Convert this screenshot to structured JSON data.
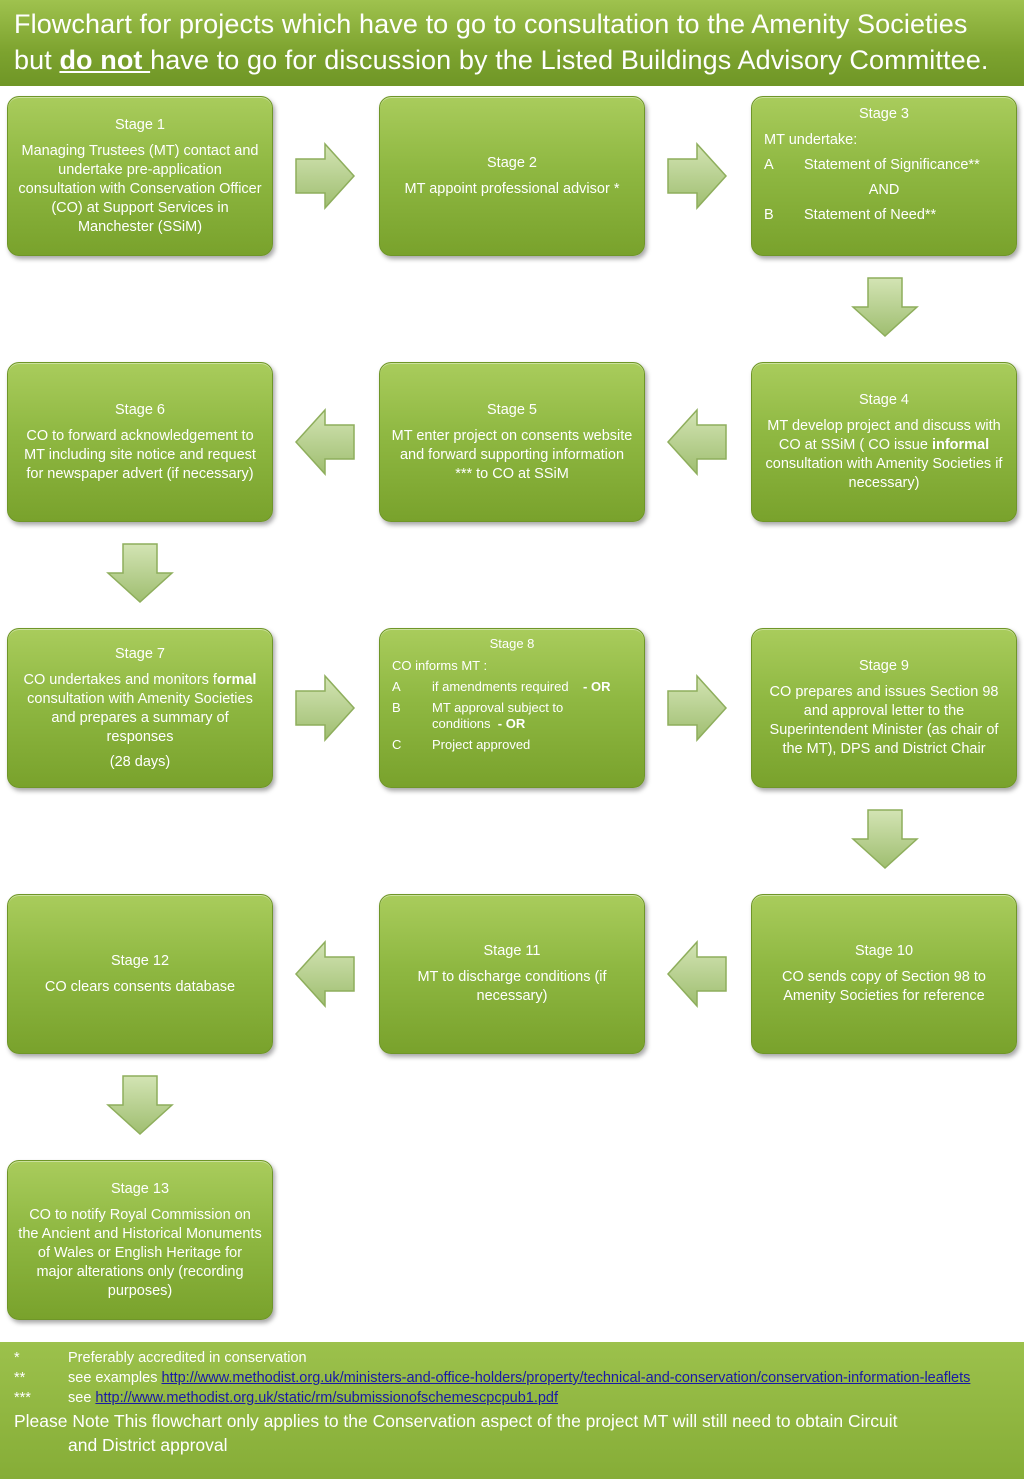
{
  "title": {
    "line1": "Flowchart for projects which have to go to consultation to the Amenity Societies",
    "line2_pre": "but ",
    "line2_emph": "do not ",
    "line2_post": "have to go  for discussion by the Listed Buildings Advisory Committee."
  },
  "stages": {
    "s1": {
      "label": "Stage 1",
      "text": "Managing Trustees (MT) contact and undertake pre-application consultation with Conservation Officer  (CO) at Support Services in Manchester (SSiM)"
    },
    "s2": {
      "label": "Stage 2",
      "text": "MT appoint professional advisor *"
    },
    "s3": {
      "label": "Stage 3",
      "intro": "MT undertake:",
      "a_key": "A",
      "a_text": "Statement of Significance**",
      "and": "AND",
      "b_key": "B",
      "b_text": "Statement of Need**"
    },
    "s4": {
      "label": "Stage 4",
      "pre": "MT develop project and discuss with CO  at SSiM  ( CO issue ",
      "bold": "informal",
      "post": " consultation with Amenity Societies if necessary)"
    },
    "s5": {
      "label": "Stage 5",
      "text": "MT enter project on consents website and forward supporting information *** to CO  at SSiM"
    },
    "s6": {
      "label": "Stage 6",
      "text": "CO to forward acknowledgement to MT including site notice and request for newspaper advert (if necessary)"
    },
    "s7": {
      "label": "Stage 7",
      "pre": "CO undertakes and monitors f",
      "bold": "ormal",
      "post": " consultation with Amenity Societies  and prepares  a summary of responses",
      "days": "(28 days)"
    },
    "s8": {
      "label": "Stage 8",
      "intro": "CO informs MT :",
      "a_key": "A",
      "a_text": "if amendments required",
      "a_or": "- OR",
      "b_key": "B",
      "b_text": "MT approval subject to conditions",
      "b_or": "- OR",
      "c_key": "C",
      "c_text": "Project approved"
    },
    "s9": {
      "label": "Stage 9",
      "text": "CO prepares and issues Section 98 and approval letter to the Superintendent Minister (as chair of the MT), DPS and District Chair"
    },
    "s10": {
      "label": "Stage 10",
      "text": "CO sends copy of Section 98 to Amenity Societies for reference"
    },
    "s11": {
      "label": "Stage 11",
      "text": "MT to discharge conditions (if necessary)"
    },
    "s12": {
      "label": "Stage 12",
      "text": "CO clears consents database"
    },
    "s13": {
      "label": "Stage 13",
      "text": "CO to notify Royal Commission on the Ancient and Historical Monuments of Wales or English Heritage for major alterations only (recording purposes)"
    }
  },
  "footnotes": [
    {
      "mark": "*",
      "text": "Preferably accredited in conservation",
      "link": ""
    },
    {
      "mark": "**",
      "text": "see examples ",
      "link": "http://www.methodist.org.uk/ministers-and-office-holders/property/technical-and-conservation/conservation-information-leaflets"
    },
    {
      "mark": "***",
      "text": "see  ",
      "link": "http://www.methodist.org.uk/static/rm/submissionofschemescpcpub1.pdf"
    }
  ],
  "note": {
    "line1": "Please Note This flowchart only applies to the Conservation aspect of the project MT will still need to obtain Circuit",
    "line2": "and District approval"
  },
  "colors": {
    "green_light": "#a9cc5c",
    "green_dark": "#79a22c",
    "arrow_fill": "#b4cf8a"
  }
}
